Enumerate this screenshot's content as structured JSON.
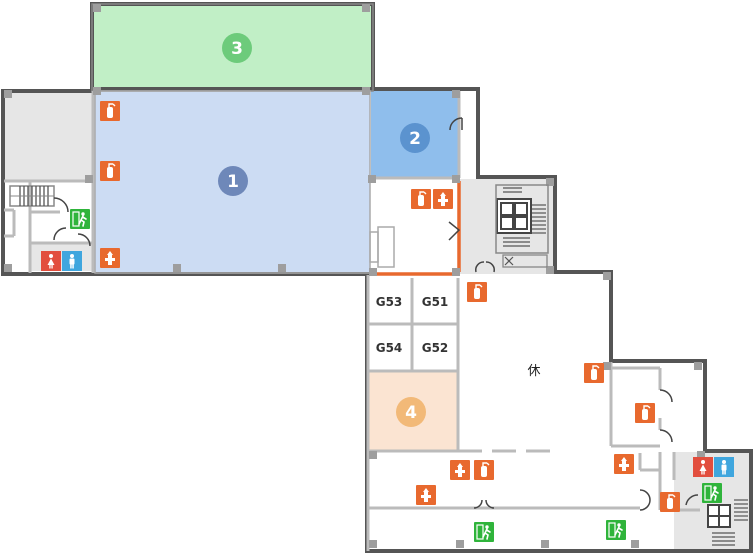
{
  "colors": {
    "wall": "#555555",
    "inner_wall": "#bbbbbb",
    "zone1_fill": "#ccdcf3",
    "zone1_badge": "#6e88b9",
    "zone2_fill": "#8fbeec",
    "zone2_badge": "#5b93cf",
    "zone3_fill": "#c1efc6",
    "zone3_badge": "#6dcb7b",
    "zone4_fill": "#fbe4d2",
    "zone4_badge": "#f2b978",
    "service_fill": "#e8e8e8",
    "extinguisher": "#e8692e",
    "exit": "#2fb43b",
    "restroom_f": "#e24e3e",
    "restroom_m": "#3fa6de",
    "accent_line": "#e8692e"
  },
  "zones": [
    {
      "id": "1",
      "label": "1"
    },
    {
      "id": "2",
      "label": "2"
    },
    {
      "id": "3",
      "label": "3"
    },
    {
      "id": "4",
      "label": "4"
    }
  ],
  "rooms": {
    "g53": "G53",
    "g51": "G51",
    "g54": "G54",
    "g52": "G52"
  },
  "rest_area": "休",
  "icons": {
    "extinguisher": "fire-extinguisher-icon",
    "hydrant": "fire-hydrant-icon",
    "exit": "emergency-exit-icon",
    "restroom": "restroom-icon",
    "elevator": "elevator-icon",
    "stairs": "stairs-icon"
  }
}
